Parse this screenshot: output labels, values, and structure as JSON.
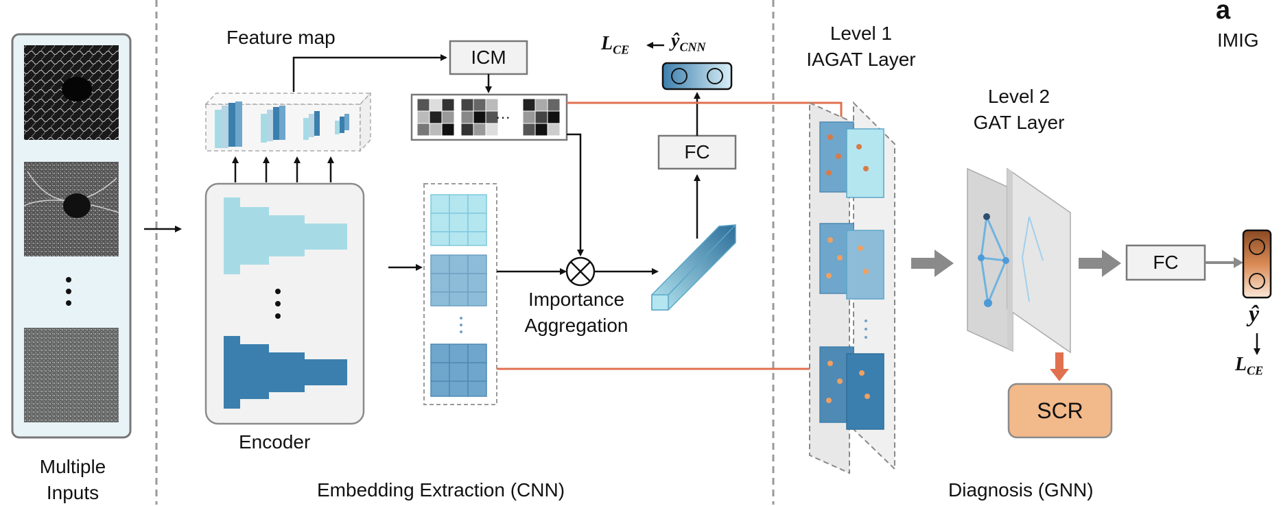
{
  "panel_letter": "a",
  "panel_name": "IMIG",
  "sections": {
    "inputs": "Multiple\nInputs",
    "cnn": "Embedding Extraction (CNN)",
    "gnn": "Diagnosis (GNN)"
  },
  "labels": {
    "feature_map": "Feature map",
    "icm": "ICM",
    "encoder": "Encoder",
    "importance_aggregation": "Importance\nAggregation",
    "fc_cnn": "FC",
    "fc_gnn": "FC",
    "level1": "Level 1\nIAGAT Layer",
    "level2": "Level 2\nGAT Layer",
    "scr": "SCR",
    "loss_cnn": "L",
    "loss_cnn_sub": "CE",
    "y_cnn": "ŷ",
    "y_cnn_sub": "CNN",
    "y_hat": "ŷ",
    "loss_final": "L",
    "loss_final_sub": "CE",
    "icm_ellipsis": "···",
    "vertical_dots": "⋮"
  },
  "colors": {
    "red_arrow": "#e07050",
    "scr_fill": "#f2b98a",
    "blue_dark": "#3b7fae",
    "blue_light": "#a6dbe6",
    "gray_arrow": "#8a8a8a"
  }
}
